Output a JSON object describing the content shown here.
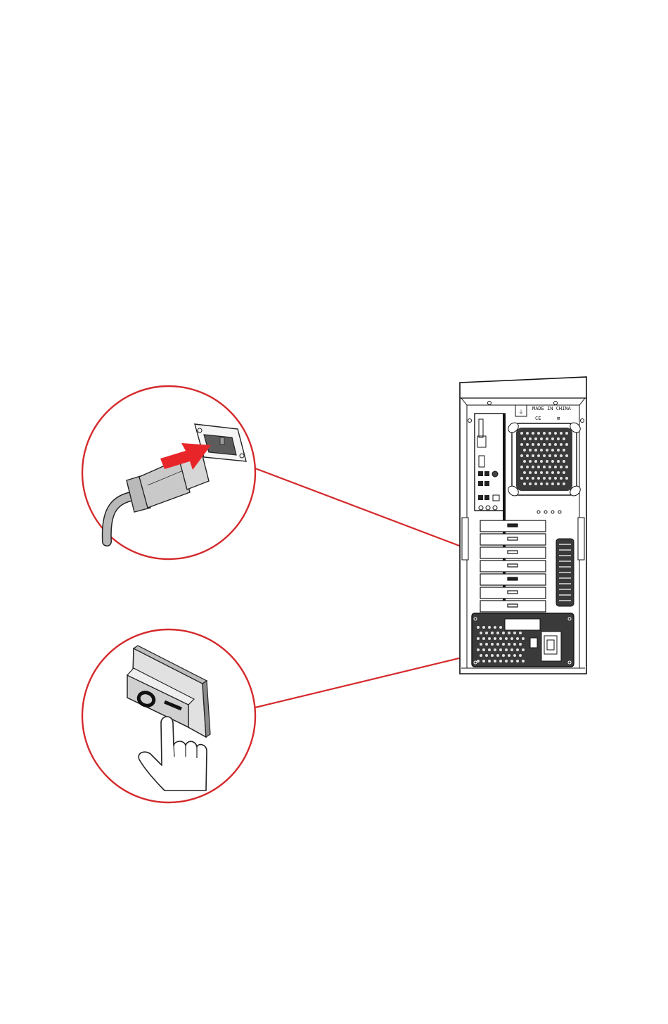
{
  "diagram": {
    "case_label": {
      "made_in": "MADE IN CHINA"
    },
    "callouts": [
      {
        "id": "power-cord-callout",
        "icon": "power-plug-icon"
      },
      {
        "id": "power-switch-callout",
        "icon": "rocker-switch-icon"
      }
    ],
    "colors": {
      "accent": "#d42a2d",
      "callout_stroke": "#d42a2d",
      "arrow": "#e8262a",
      "line": "#111111",
      "plug_fill": "#b9b9b9",
      "switch_fill": "#d0d0d0",
      "switch_dark": "#8a8a8a"
    },
    "switch_symbols": {
      "off": "O",
      "on": "—"
    }
  }
}
